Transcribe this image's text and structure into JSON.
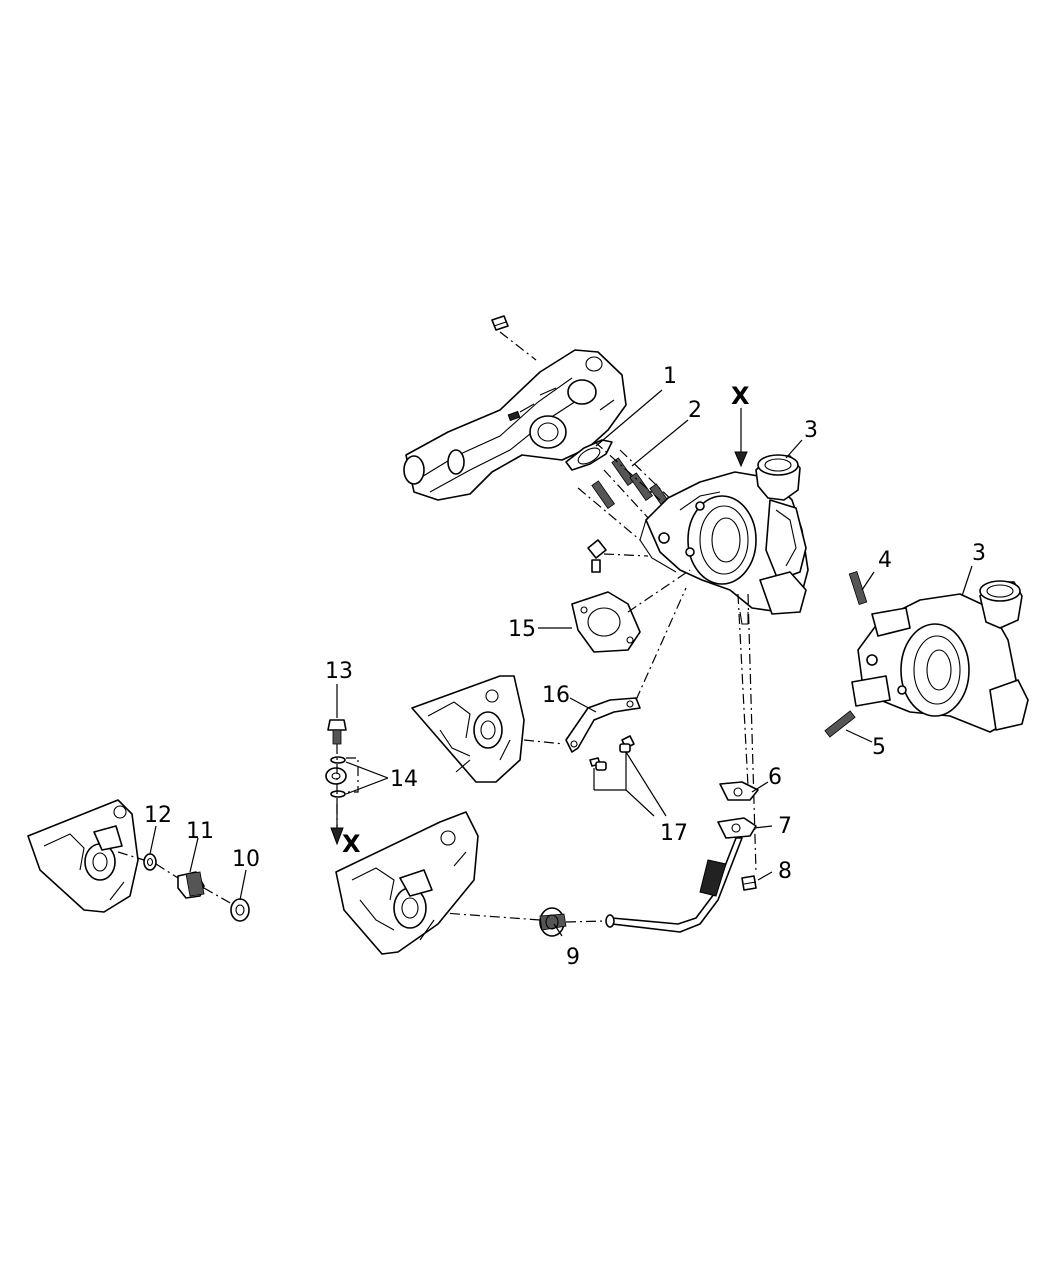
{
  "callouts": {
    "c1": "1",
    "c2": "2",
    "c3a": "3",
    "c3b": "3",
    "c4": "4",
    "c5": "5",
    "c6": "6",
    "c7": "7",
    "c8": "8",
    "c9": "9",
    "c10": "10",
    "c11": "11",
    "c12": "12",
    "c13": "13",
    "c14": "14",
    "c15": "15",
    "c16": "16",
    "c17": "17"
  },
  "markers": {
    "x_top": "X",
    "x_bottom": "X"
  }
}
